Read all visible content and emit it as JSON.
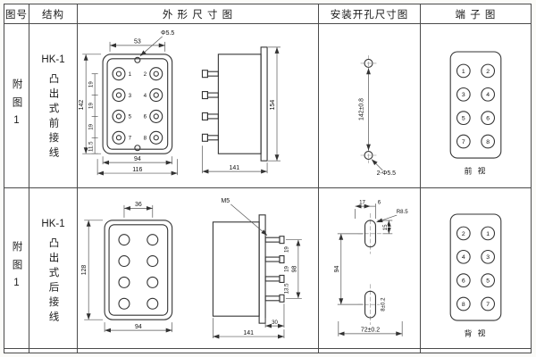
{
  "header": {
    "fig_no": "图号",
    "structure": "结构",
    "outline": "外 形 尺 寸 图",
    "install": "安装开孔尺寸图",
    "terminal": "端 子 图"
  },
  "rows": [
    {
      "fig_no": "附图1",
      "model": "HK-1",
      "mount": "凸出式前接线",
      "outline": {
        "dim_top": "53",
        "hole_label": "Φ5.5",
        "dim_height": "142",
        "pitches": [
          "19",
          "19",
          "19",
          "11.5"
        ],
        "terminals": [
          "1",
          "2",
          "3",
          "4",
          "5",
          "6",
          "7",
          "8"
        ],
        "dim_w1": "94",
        "dim_w2": "116",
        "side_height": "154",
        "side_depth": "141"
      },
      "install": {
        "dim_v": "142±0.8",
        "holes_label": "2-Φ5.5"
      },
      "terminal": {
        "left": [
          "1",
          "3",
          "5",
          "7"
        ],
        "right": [
          "2",
          "4",
          "6",
          "8"
        ],
        "view_label": "前 视"
      }
    },
    {
      "fig_no": "附图1",
      "model": "HK-1",
      "mount": "凸出式后接线",
      "outline": {
        "dim_top": "36",
        "stud_label": "M5",
        "dim_height": "128",
        "dim_w1": "94",
        "side_height": "98",
        "side_pitches": [
          "19",
          "19",
          "13.5"
        ],
        "dim_stud": "30",
        "side_depth": "141"
      },
      "install": {
        "dim_v": "94",
        "dim_top1": "17",
        "dim_top2": "6",
        "dim_side": "15",
        "radius_label": "R8.5",
        "slot_label": "8±0.2",
        "dim_bottom": "72±0.2"
      },
      "terminal": {
        "left": [
          "2",
          "4",
          "6",
          "8"
        ],
        "right": [
          "1",
          "3",
          "5",
          "7"
        ],
        "view_label": "背 视"
      }
    }
  ]
}
